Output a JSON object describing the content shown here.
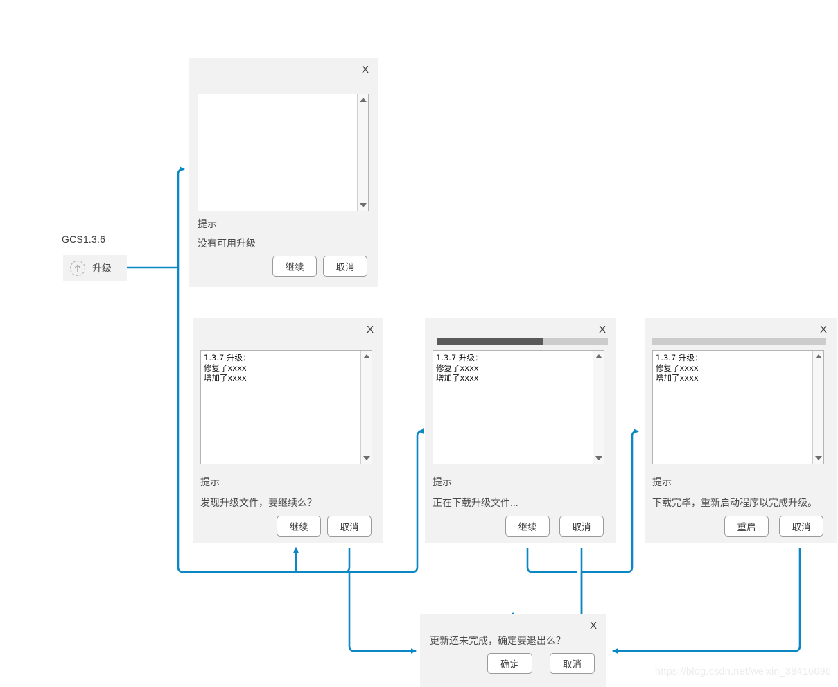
{
  "entry": {
    "version_label": "GCS1.3.6",
    "upgrade_button_label": "升级",
    "upgrade_icon": "upgrade-arrow-circle-icon"
  },
  "release_notes": "1.3.7 升级：\n修复了xxxx\n增加了xxxx",
  "close_glyph": "X",
  "dialogs": {
    "no_upgrade": {
      "name": "no-upgrade-dialog",
      "notes": "",
      "tip_label": "提示",
      "message": "没有可用升级",
      "primary_button": "继续",
      "secondary_button": "取消"
    },
    "found": {
      "name": "upgrade-found-dialog",
      "tip_label": "提示",
      "message": "发现升级文件，要继续么？",
      "primary_button": "继续",
      "secondary_button": "取消"
    },
    "downloading": {
      "name": "downloading-dialog",
      "tip_label": "提示",
      "message": "正在下载升级文件...",
      "primary_button": "继续",
      "secondary_button": "取消",
      "progress_percent": 62
    },
    "complete": {
      "name": "download-complete-dialog",
      "tip_label": "提示",
      "message": "下载完毕，重新启动程序以完成升级。",
      "primary_button": "重启",
      "secondary_button": "取消",
      "progress_percent": 0
    },
    "exit_confirm": {
      "name": "exit-confirm-dialog",
      "message": "更新还未完成，确定要退出么？",
      "primary_button": "确定",
      "secondary_button": "取消"
    }
  },
  "colors": {
    "connector": "#0b87c4",
    "dialog_background": "#f2f2f2",
    "progress_fill": "#5a5a5a",
    "progress_track": "#cccccc"
  },
  "watermark": "https://blog.csdn.net/weixin_38416696"
}
